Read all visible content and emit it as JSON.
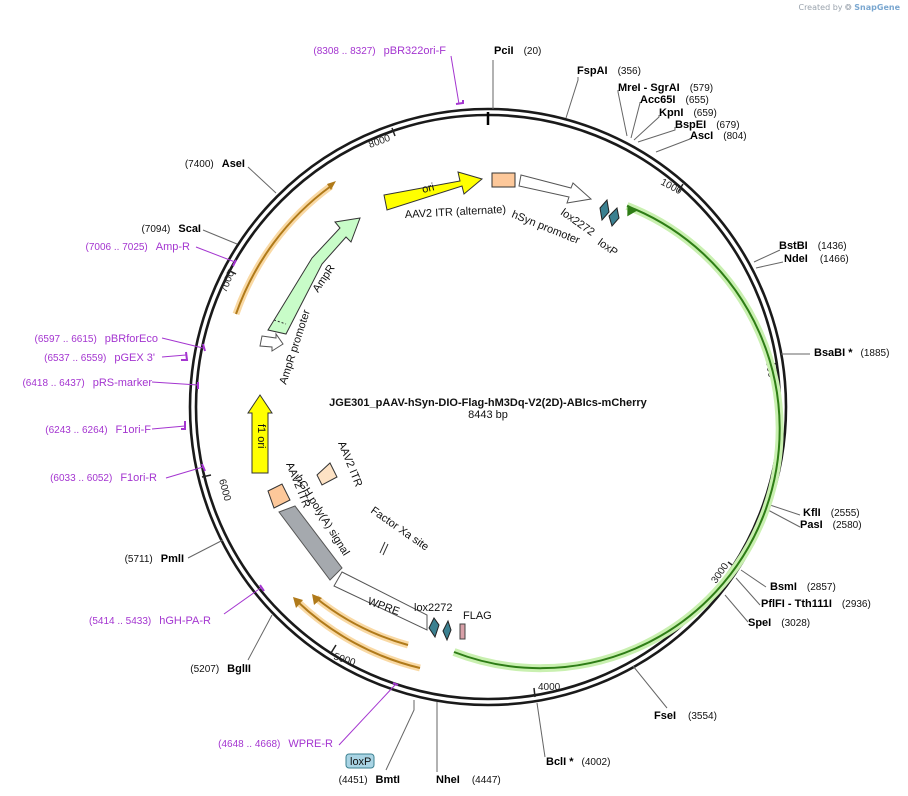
{
  "credit": {
    "prefix": "Created by",
    "brand": "SnapGene"
  },
  "plasmid": {
    "name": "JGE301_pAAV-hSyn-DIO-Flag-hM3Dq-V2(2D)-ABIcs-mCherry",
    "length_label": "8443 bp",
    "total_bp": 8443
  },
  "colors": {
    "primer": "#a435d0",
    "ori": "#ffff00",
    "itr": "#fdc89a",
    "ampr": "#c8fcc8",
    "loxp": "#3b8090",
    "green_arc": "#2e7d16",
    "orange_arc": "#b07a1a",
    "polyA": "#a5a9ae",
    "flag": "#d8a0a8"
  },
  "ticks": [
    "1000",
    "2000",
    "3000",
    "4000",
    "5000",
    "6000",
    "7000",
    "8000"
  ],
  "sites": [
    {
      "name": "PciI",
      "pos": "(20)"
    },
    {
      "name": "FspAI",
      "pos": "(356)"
    },
    {
      "name": "MreI",
      "sep": " - ",
      "name2": "SgrAI",
      "pos": "(579)"
    },
    {
      "name": "Acc65I",
      "pos": "(655)"
    },
    {
      "name": "KpnI",
      "pos": "(659)"
    },
    {
      "name": "BspEI",
      "pos": "(679)"
    },
    {
      "name": "AscI",
      "pos": "(804)"
    },
    {
      "name": "BstBI",
      "pos": "(1436)"
    },
    {
      "name": "NdeI",
      "pos": "(1466)"
    },
    {
      "name": "BsaBI",
      "star": " *",
      "pos": "(1885)"
    },
    {
      "name": "KflI",
      "pos": "(2555)"
    },
    {
      "name": "PasI",
      "pos": "(2580)"
    },
    {
      "name": "BsmI",
      "pos": "(2857)"
    },
    {
      "name": "PflFI",
      "sep": " - ",
      "name2": "Tth111I",
      "pos": "(2936)"
    },
    {
      "name": "SpeI",
      "pos": "(3028)"
    },
    {
      "name": "FseI",
      "pos": "(3554)"
    },
    {
      "name": "BclI",
      "star": " *",
      "pos": "(4002)"
    },
    {
      "name": "NheI",
      "pos": "(4447)"
    },
    {
      "name": "BmtI",
      "pos": "(4451)"
    },
    {
      "name": "BglII",
      "pos": "(5207)"
    },
    {
      "name": "PmlI",
      "pos": "(5711)"
    },
    {
      "name": "ScaI",
      "pos": "(7094)"
    },
    {
      "name": "AseI",
      "pos": "(7400)"
    }
  ],
  "primers": [
    {
      "range": "(8308 .. 8327)",
      "name": "pBR322ori-F"
    },
    {
      "range": "(7006 .. 7025)",
      "name": "Amp-R"
    },
    {
      "range": "(6597 .. 6615)",
      "name": "pBRforEco"
    },
    {
      "range": "(6537 .. 6559)",
      "name": "pGEX 3'"
    },
    {
      "range": "(6418 .. 6437)",
      "name": "pRS-marker"
    },
    {
      "range": "(6243 .. 6264)",
      "name": "F1ori-F"
    },
    {
      "range": "(6033 .. 6052)",
      "name": "F1ori-R"
    },
    {
      "range": "(5414 .. 5433)",
      "name": "hGH-PA-R"
    },
    {
      "range": "(4648 .. 4668)",
      "name": "WPRE-R"
    }
  ],
  "features": {
    "ori": "ori",
    "itr_alt": "AAV2 ITR (alternate)",
    "hsyn": "hSyn promoter",
    "lox2272_top": "lox2272",
    "loxp_top": "loxP",
    "ampr": "AmpR",
    "ampr_promoter": "AmpR promoter",
    "f1ori": "f1 ori",
    "aav2_itr_a": "AAV2 ITR",
    "aav2_itr_b": "AAV2 ITR",
    "hgh": "hGH poly(A) signal",
    "factorxa": "Factor Xa site",
    "wpre": "WPRE",
    "lox2272_bot": "lox2272",
    "flag": "FLAG",
    "loxp_box": "loxP"
  }
}
